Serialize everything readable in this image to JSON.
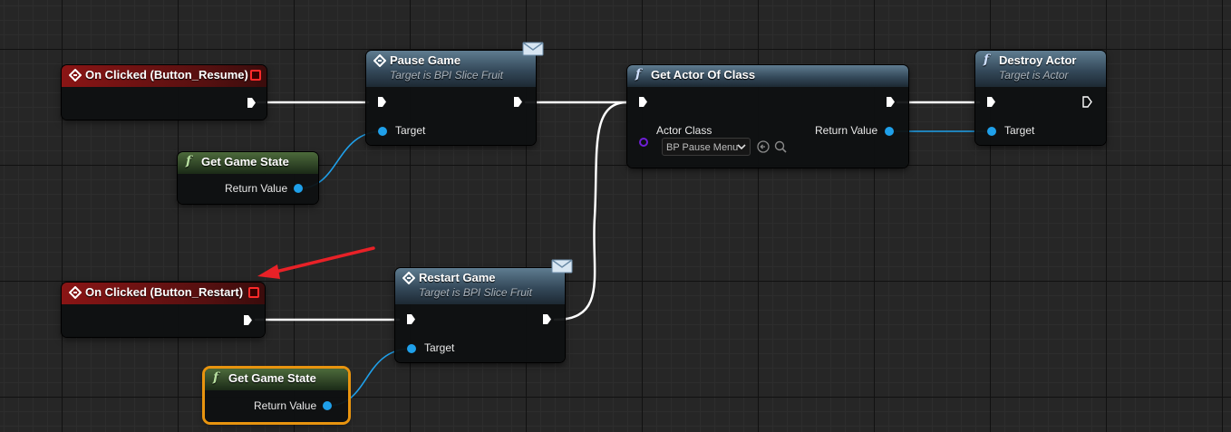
{
  "nodes": {
    "on_clicked_resume": {
      "title": "On Clicked (Button_Resume)"
    },
    "pause_game": {
      "title": "Pause Game",
      "subtitle": "Target is BPI Slice Fruit",
      "target_label": "Target"
    },
    "get_game_state_1": {
      "title": "Get Game State",
      "return_label": "Return Value"
    },
    "get_actor_of_class": {
      "title": "Get Actor Of Class",
      "actor_class_label": "Actor Class",
      "actor_class_value": "BP Pause Menu",
      "return_label": "Return Value"
    },
    "destroy_actor": {
      "title": "Destroy Actor",
      "subtitle": "Target is Actor",
      "target_label": "Target"
    },
    "on_clicked_restart": {
      "title": "On Clicked (Button_Restart)"
    },
    "restart_game": {
      "title": "Restart Game",
      "subtitle": "Target is BPI Slice Fruit",
      "target_label": "Target"
    },
    "get_game_state_2": {
      "title": "Get Game State",
      "return_label": "Return Value"
    }
  },
  "colors": {
    "exec_wire": "#ffffff",
    "object_wire": "#1fa0ea",
    "annotation_arrow": "#e82127",
    "selection": "#e8940f"
  },
  "icons": [
    "event-icon",
    "function-icon",
    "message-envelope-icon",
    "exec-pin-icon",
    "data-pin-icon",
    "dropdown-chevron-icon",
    "browse-arrow-icon",
    "search-icon"
  ]
}
